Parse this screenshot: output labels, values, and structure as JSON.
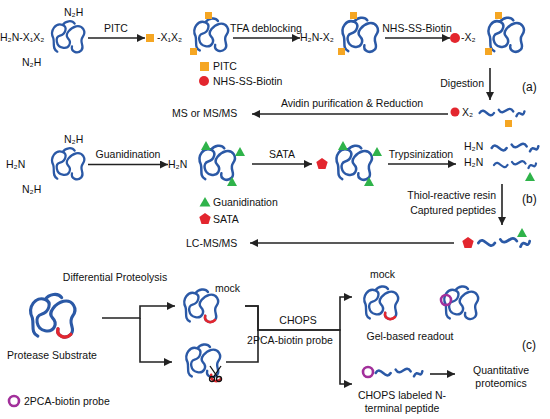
{
  "diagram": {
    "nodes": [
      {
        "text": [
          "H₂N-X₁X₂",
          "N₂H",
          "N₂H"
        ]
      },
      {
        "text": [
          "-X₁X₂"
        ]
      },
      {
        "text": [
          "H₂N-X₂"
        ]
      },
      {
        "text": [
          "-X₂"
        ]
      },
      {
        "text": [
          "X₂"
        ]
      },
      {
        "text": [
          "H₂N",
          "N₂H",
          "N₂H"
        ]
      },
      {
        "text": [
          "H₂N"
        ]
      },
      {
        "text": [
          "H₂N",
          "H₂N"
        ]
      },
      {
        "text": [
          "Protease Substrate"
        ]
      },
      {
        "text": [
          "mock"
        ]
      },
      {
        "text": [
          "mock"
        ]
      },
      {
        "text": [
          "CHOPS labeled N-terminal peptide"
        ]
      }
    ],
    "edges": [
      {
        "from": 0,
        "to": 1,
        "label": "PITC",
        "arrow": "to"
      },
      {
        "from": 1,
        "to": 2,
        "label": "TFA deblocking",
        "arrow": "to"
      },
      {
        "from": 2,
        "to": 3,
        "label": "NHS-SS-Biotin",
        "arrow": "to"
      },
      {
        "from": 3,
        "to": 4,
        "label": "Digestion",
        "arrow": "to"
      },
      {
        "from": 5,
        "to": 6,
        "label": "Guanidination",
        "arrow": "to"
      },
      {
        "from": 8,
        "to": 9,
        "label": "Differential Proteolysis",
        "arrow": "to"
      },
      {
        "from": 9,
        "to": 10,
        "arrow": "to"
      },
      {
        "from": 9,
        "to": 11,
        "arrow": "to"
      }
    ],
    "labels": [
      "(a)",
      "Avidin purification & Reduction",
      "MS or MS/MS",
      "(b)",
      "SATA",
      "Trypsinization",
      "Thiol-reactive resin",
      "Captured peptides",
      "LC-MS/MS",
      "(c)",
      "CHOPS",
      "2PCA-biotin probe",
      "Gel-based readout",
      "Quantitative proteomics"
    ],
    "legend": [
      {
        "text": "PITC",
        "color": "#f5a623"
      },
      {
        "text": "NHS-SS-Biotin",
        "color": "#e3262e"
      },
      {
        "text": "Guanidination",
        "color": "#2fb34a"
      },
      {
        "text": "SATA",
        "color": "#e3262e"
      },
      {
        "text": "2PCA-biotin probe",
        "color": "#a2309b"
      }
    ]
  }
}
